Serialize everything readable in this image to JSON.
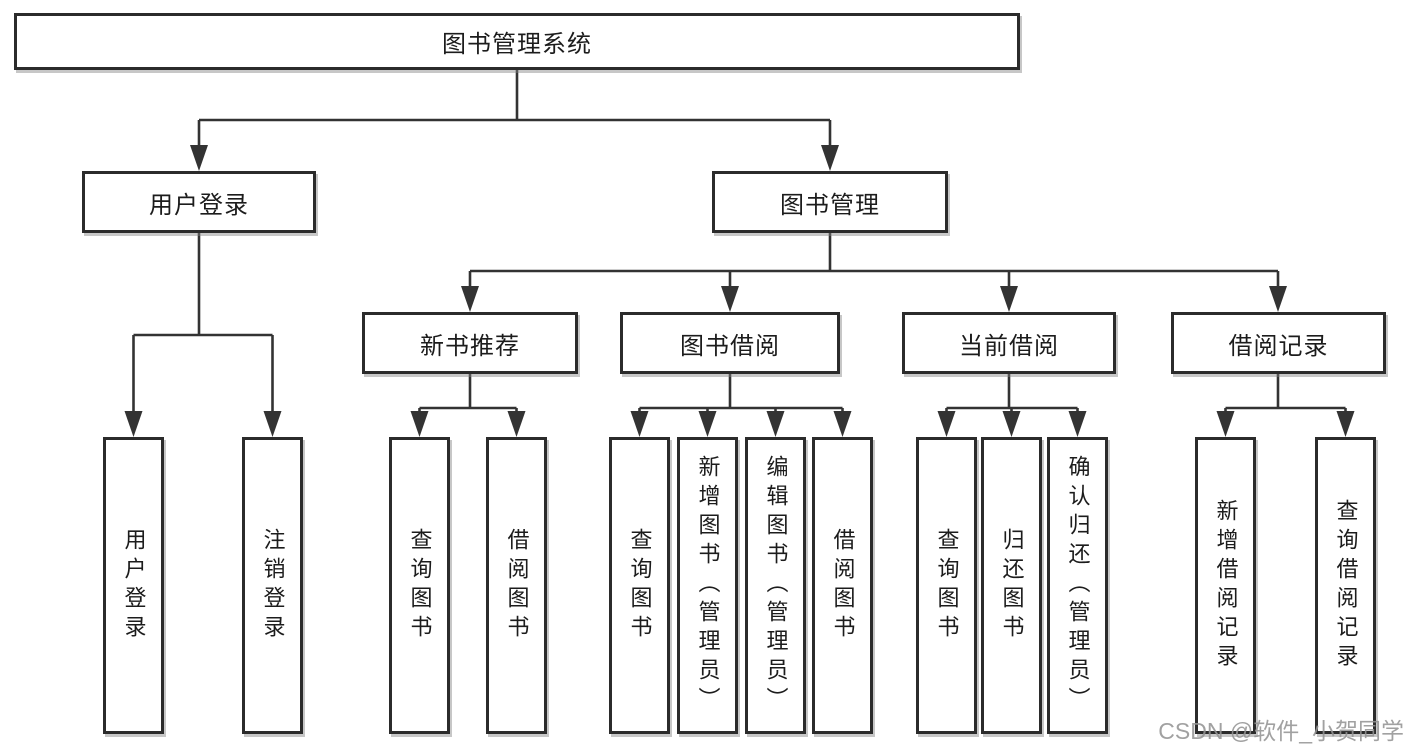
{
  "diagram": {
    "type": "hierarchy",
    "nodes": {
      "root": {
        "label": "图书管理系统"
      },
      "level2": [
        {
          "label": "用户登录"
        },
        {
          "label": "图书管理"
        }
      ],
      "level3": [
        {
          "label": "新书推荐",
          "parent": "图书管理"
        },
        {
          "label": "图书借阅",
          "parent": "图书管理"
        },
        {
          "label": "当前借阅",
          "parent": "图书管理"
        },
        {
          "label": "借阅记录",
          "parent": "图书管理"
        }
      ],
      "leaves": [
        {
          "label": "用户登录",
          "parent": "用户登录"
        },
        {
          "label": "注销登录",
          "parent": "用户登录"
        },
        {
          "label": "查询图书",
          "parent": "新书推荐"
        },
        {
          "label": "借阅图书",
          "parent": "新书推荐"
        },
        {
          "label": "查询图书",
          "parent": "图书借阅"
        },
        {
          "label": "新增图书（管理员）",
          "parent": "图书借阅"
        },
        {
          "label": "编辑图书（管理员）",
          "parent": "图书借阅"
        },
        {
          "label": "借阅图书",
          "parent": "图书借阅"
        },
        {
          "label": "查询图书",
          "parent": "当前借阅"
        },
        {
          "label": "归还图书",
          "parent": "当前借阅"
        },
        {
          "label": "确认归还（管理员）",
          "parent": "当前借阅"
        },
        {
          "label": "新增借阅记录",
          "parent": "借阅记录"
        },
        {
          "label": "查询借阅记录",
          "parent": "借阅记录"
        }
      ]
    }
  },
  "watermark": "CSDN @软件_小贺同学",
  "colors": {
    "line": "#333333",
    "box_border": "#2b2b2b",
    "text": "#1c1c1c",
    "watermark": "#949494",
    "background": "#ffffff"
  }
}
